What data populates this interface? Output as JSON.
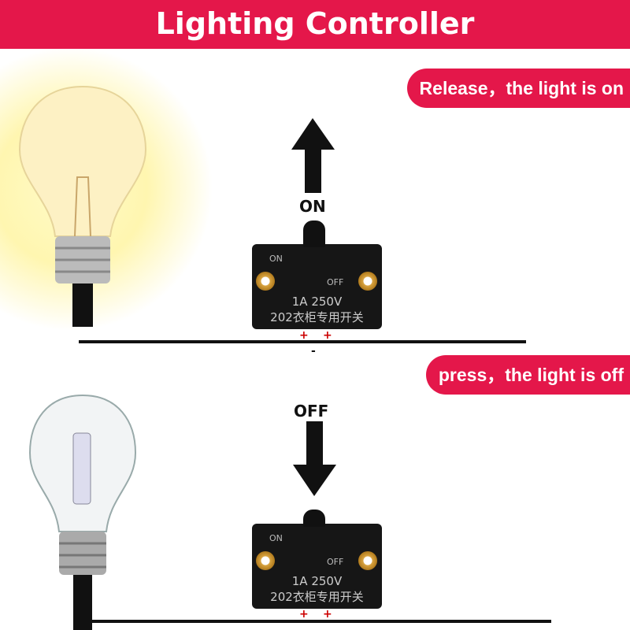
{
  "header": {
    "title": "Lighting Controller"
  },
  "states": [
    {
      "caption": "Release，the light is on",
      "direction_label": "ON",
      "light": "on"
    },
    {
      "caption": "press，the light is off",
      "direction_label": "OFF",
      "light": "off"
    }
  ],
  "switch": {
    "on_label": "ON",
    "off_label": "OFF",
    "rating": "1A 250V",
    "model": "202衣柜专用开关",
    "plus": "+",
    "minus": "-"
  },
  "colors": {
    "brand": "#e4174a"
  }
}
